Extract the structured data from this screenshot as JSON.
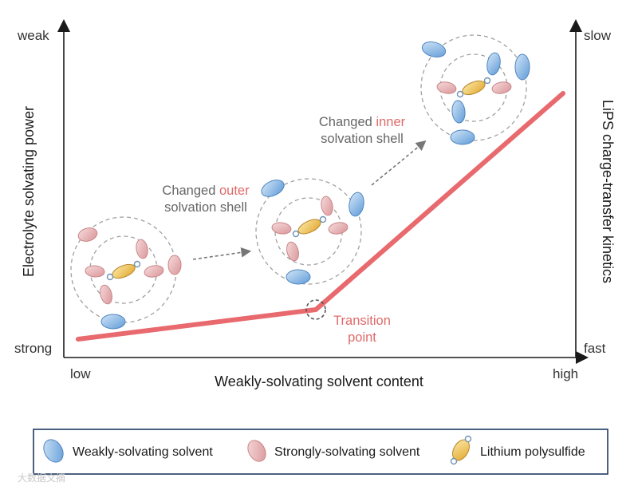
{
  "axes": {
    "left_top": "weak",
    "left_bottom": "strong",
    "left_title": "Electrolyte solvating power",
    "right_top": "slow",
    "right_bottom": "fast",
    "right_title": "LiPS charge-transfer kinetics",
    "x_left": "low",
    "x_right": "high",
    "x_title": "Weakly-solvating solvent content"
  },
  "annotations": {
    "outer": {
      "prefix": "Changed ",
      "highlight": "outer",
      "line2": "solvation shell"
    },
    "inner": {
      "prefix": "Changed ",
      "highlight": "inner",
      "line2": "solvation shell"
    },
    "transition": {
      "line1": "Transition",
      "line2": "point"
    }
  },
  "legend": {
    "items": [
      {
        "label": "Weakly-solvating solvent",
        "icon": "blue-ellipse-icon"
      },
      {
        "label": "Strongly-solvating solvent",
        "icon": "pink-ellipse-icon"
      },
      {
        "label": "Lithium polysulfide",
        "icon": "polysulfide-icon"
      }
    ]
  },
  "colors": {
    "curve": "#e86a6e",
    "weak_solvent": "#7fb0e3",
    "strong_solvent": "#e7aeb0",
    "polysulfide": "#f0c14b",
    "highlight_text": "#e06a6a"
  },
  "watermark": "大数据文摘"
}
